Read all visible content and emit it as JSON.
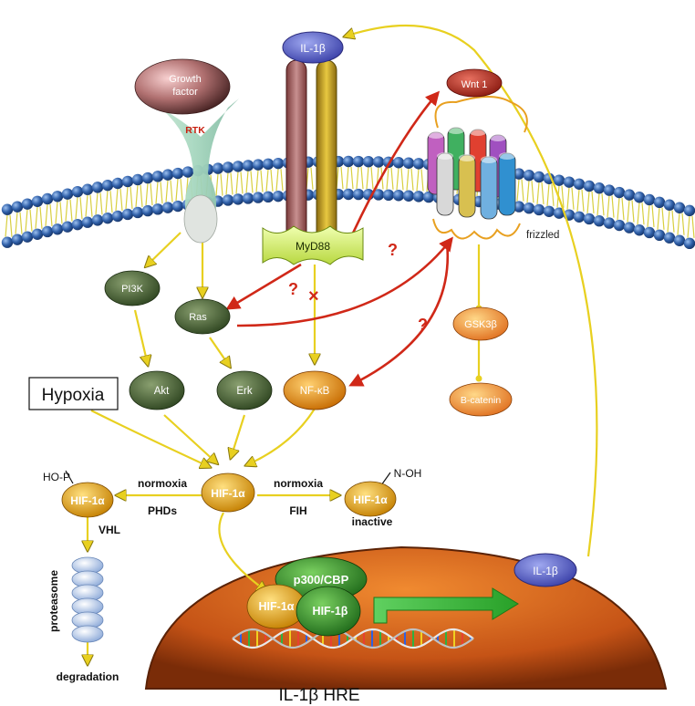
{
  "labels": {
    "growth_factor_line1": "Growth",
    "growth_factor_line2": "factor",
    "rtk": "RTK",
    "il1b_top": "IL-1β",
    "myd88": "MyD88",
    "wnt1": "Wnt 1",
    "frizzled": "frizzled",
    "pi3k": "PI3K",
    "ras": "Ras",
    "akt": "Akt",
    "erk": "Erk",
    "nfkb": "NF-κB",
    "gsk3b": "GSK3β",
    "bcatenin": "B-catenin",
    "hypoxia": "Hypoxia",
    "hif_center": "HIF-1α",
    "hif_left": "HIF-1α",
    "hif_right": "HIF-1α",
    "ho_p": "HO-P",
    "n_oh": "N-OH",
    "normoxia_left": "normoxia",
    "phds": "PHDs",
    "normoxia_right": "normoxia",
    "fih": "FIH",
    "inactive": "inactive",
    "vhl": "VHL",
    "proteasome": "proteasome",
    "degradation": "degradation",
    "p300": "p300/CBP",
    "hif_nuc_a": "HIF-1α",
    "hif_nuc_b": "HIF-1β",
    "il1b_right": "IL-1β",
    "q1": "?",
    "q2": "?",
    "q3": "?",
    "x_mark": "×",
    "caption": "IL-1β HRE"
  },
  "colors": {
    "membrane_bead": "#2f5fa8",
    "membrane_tail": "#e8e060",
    "nucleus": "#c8581a",
    "activation_arrow": "#e8d020",
    "red_arrow": "#d02818",
    "green_arrow": "#30b030",
    "dark_green_node": "#3f5a2e",
    "orange_node": "#e09010",
    "hif": "#e3a21a"
  }
}
